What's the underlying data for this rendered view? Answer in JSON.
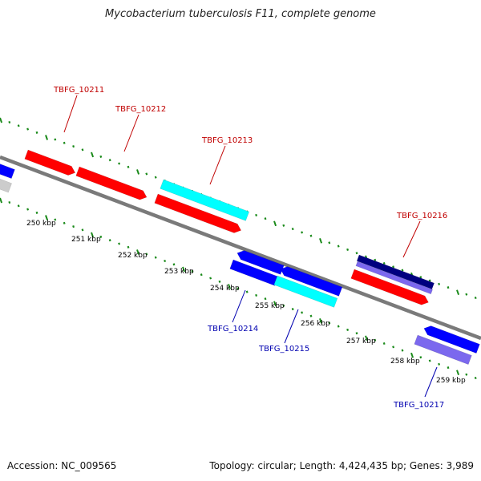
{
  "title": "Mycobacterium tuberculosis F11, complete genome",
  "footer": {
    "accession": "Accession: NC_009565",
    "stats": "Topology: circular; Length: 4,424,435 bp; Genes: 3,989"
  },
  "colors": {
    "backbone": "#7a7a7a",
    "tick": "#1a8a1a",
    "gene_red": "#ff0000",
    "gene_cyan": "#00ffff",
    "gene_blue": "#0000ff",
    "gene_navy": "#000080",
    "gene_violet": "#7b68ee",
    "gene_gray": "#cccccc",
    "label_top": "#c00000",
    "label_bottom": "#0000b0",
    "kbp_text": "#000000"
  },
  "scale_labels": [
    "250 kbp",
    "251 kbp",
    "252 kbp",
    "253 kbp",
    "254 kbp",
    "255 kbp",
    "256 kbp",
    "257 kbp",
    "258 kbp",
    "259 kbp"
  ],
  "gene_labels": {
    "top": [
      "TBFG_10211",
      "TBFG_10212",
      "TBFG_10213",
      "TBFG_10216"
    ],
    "bottom": [
      "TBFG_10214",
      "TBFG_10215",
      "TBFG_10217"
    ]
  }
}
